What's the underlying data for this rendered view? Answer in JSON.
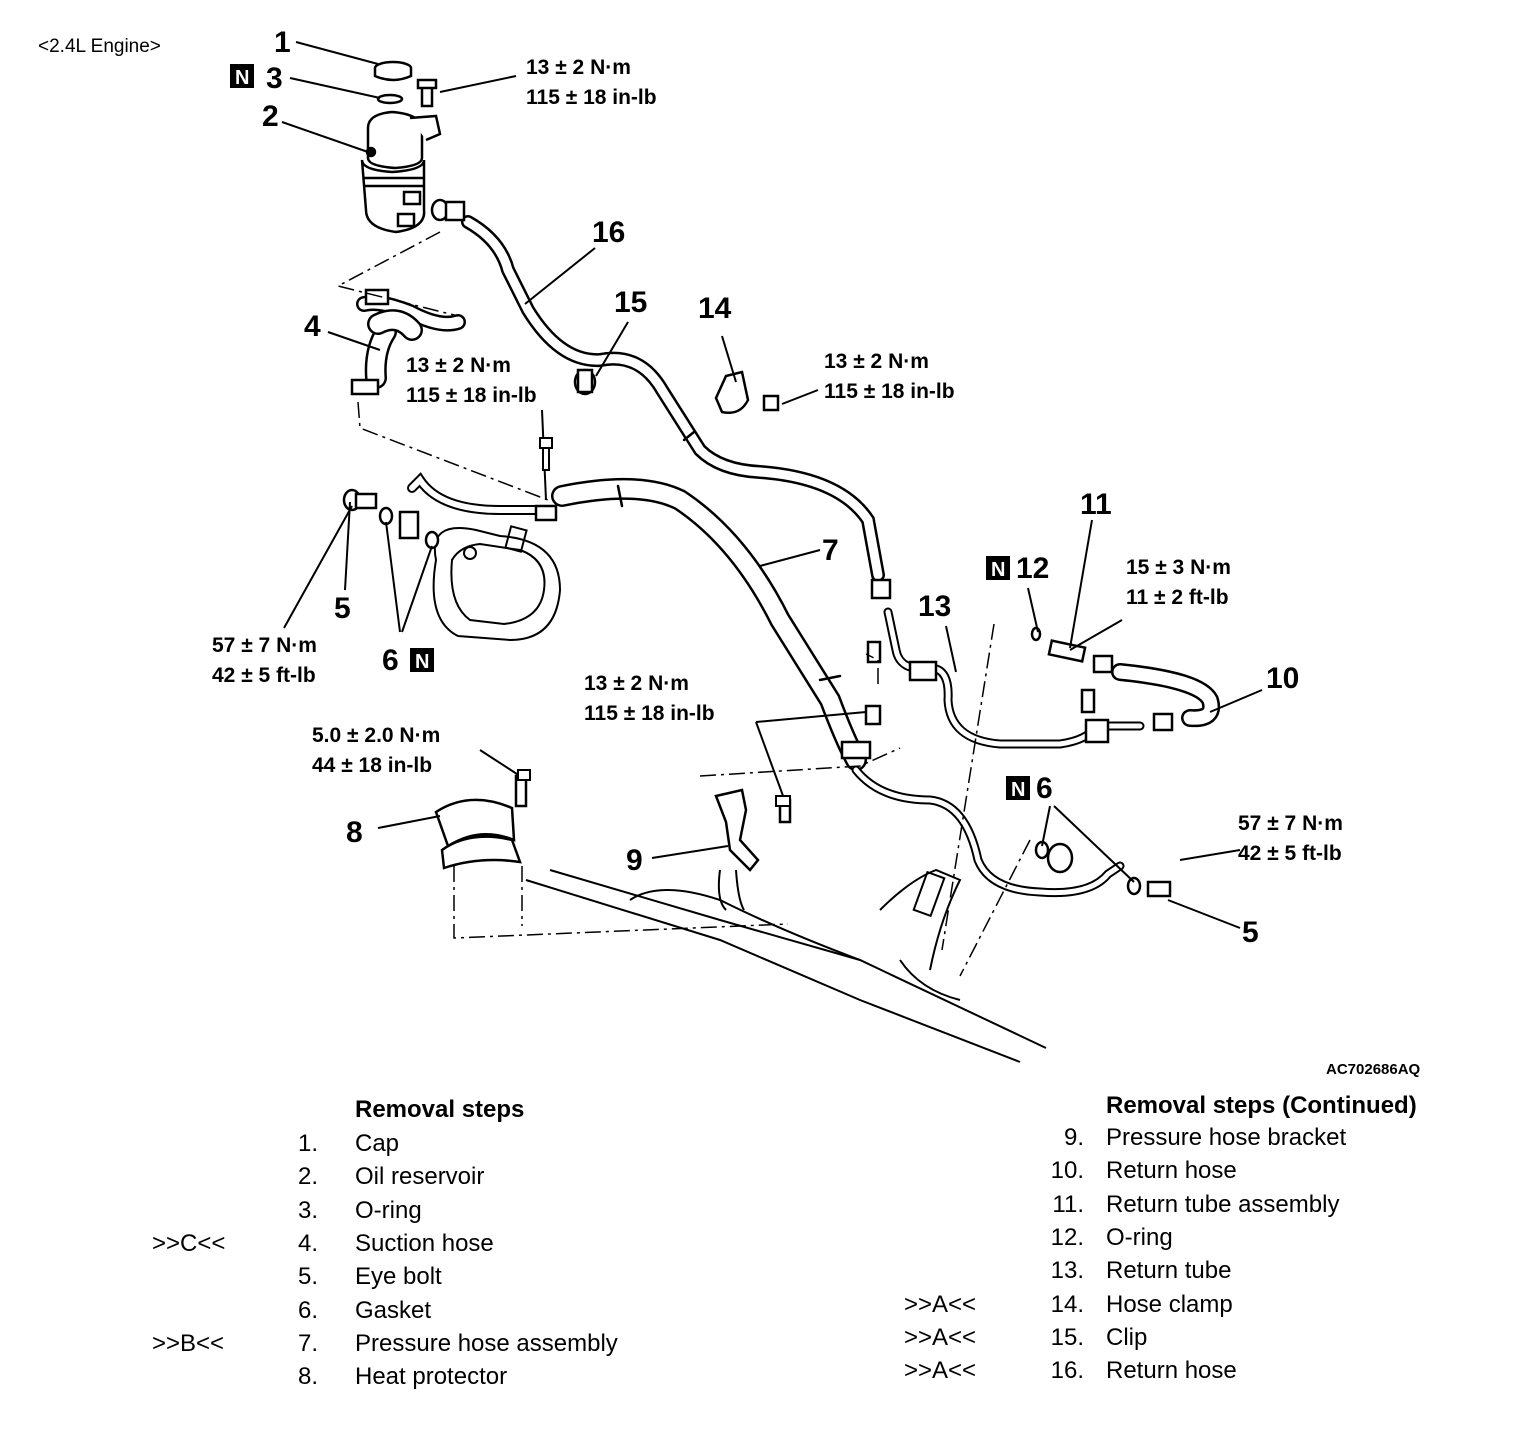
{
  "engine_label": "<2.4L Engine>",
  "figure_code": "AC702686AQ",
  "new_part_marker": "N",
  "callouts": {
    "c1": "1",
    "c2": "2",
    "c3": "3",
    "c4": "4",
    "c5a": "5",
    "c5b": "5",
    "c6a": "6",
    "c6b": "6",
    "c7": "7",
    "c8": "8",
    "c9": "9",
    "c10": "10",
    "c11": "11",
    "c12": "12",
    "c13": "13",
    "c14": "14",
    "c15": "15",
    "c16": "16"
  },
  "torques": {
    "t_reservoir": [
      "13 ± 2 N·m",
      "115 ± 18 in-lb"
    ],
    "t_suction": [
      "13 ± 2 N·m",
      "115 ± 18 in-lb"
    ],
    "t_clamp14": [
      "13 ± 2 N·m",
      "115 ± 18 in-lb"
    ],
    "t_eyebolt_left": [
      "57 ± 7 N·m",
      "42 ± 5 ft-lb"
    ],
    "t_return11": [
      "15 ± 3 N·m",
      "11 ± 2 ft-lb"
    ],
    "t_bracket9": [
      "13 ± 2 N·m",
      "115 ± 18 in-lb"
    ],
    "t_heat8": [
      "5.0 ± 2.0 N·m",
      "44 ± 18 in-lb"
    ],
    "t_eyebolt_right": [
      "57 ± 7 N·m",
      "42 ± 5 ft-lb"
    ]
  },
  "removal_left": {
    "title": "Removal steps",
    "steps": [
      {
        "mark": "",
        "num": "1.",
        "name": "Cap"
      },
      {
        "mark": "",
        "num": "2.",
        "name": "Oil reservoir"
      },
      {
        "mark": "",
        "num": "3.",
        "name": "O-ring"
      },
      {
        "mark": ">>C<<",
        "num": "4.",
        "name": "Suction hose"
      },
      {
        "mark": "",
        "num": "5.",
        "name": "Eye bolt"
      },
      {
        "mark": "",
        "num": "6.",
        "name": "Gasket"
      },
      {
        "mark": ">>B<<",
        "num": "7.",
        "name": "Pressure hose assembly"
      },
      {
        "mark": "",
        "num": "8.",
        "name": "Heat protector"
      }
    ]
  },
  "removal_right": {
    "title": "Removal steps (Continued)",
    "steps": [
      {
        "mark": "",
        "num": "9.",
        "name": "Pressure hose bracket"
      },
      {
        "mark": "",
        "num": "10.",
        "name": "Return hose"
      },
      {
        "mark": "",
        "num": "11.",
        "name": "Return tube assembly"
      },
      {
        "mark": "",
        "num": "12.",
        "name": "O-ring"
      },
      {
        "mark": "",
        "num": "13.",
        "name": "Return tube"
      },
      {
        "mark": ">>A<<",
        "num": "14.",
        "name": "Hose clamp"
      },
      {
        "mark": ">>A<<",
        "num": "15.",
        "name": "Clip"
      },
      {
        "mark": ">>A<<",
        "num": "16.",
        "name": "Return hose"
      }
    ]
  }
}
